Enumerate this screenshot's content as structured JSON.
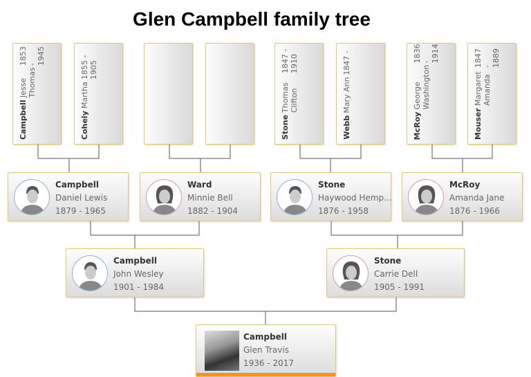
{
  "title": "Glen Campbell family tree",
  "generation1": [
    {
      "surname": "Campbell",
      "given": "Jesse Thomas",
      "dates": "1853 - 1945"
    },
    {
      "surname": "Cohely",
      "given": "Martha",
      "dates": "1855 - 1905"
    },
    {
      "surname": "",
      "given": "",
      "dates": ""
    },
    {
      "surname": "",
      "given": "",
      "dates": ""
    },
    {
      "surname": "Stone",
      "given": "Thomas Clifton",
      "dates": "1847 - 1910"
    },
    {
      "surname": "Webb",
      "given": "Mary Ann",
      "dates": "1847 -"
    },
    {
      "surname": "McRoy",
      "given": "George Washington",
      "dates": "1836 - 1914"
    },
    {
      "surname": "Mouser",
      "given": "Margaret Amanda",
      "dates": "1847 - 1889"
    }
  ],
  "generation2": [
    {
      "surname": "Campbell",
      "given": "Daniel Lewis",
      "dates": "1879 - 1965",
      "avatar": "male-avatar-icon"
    },
    {
      "surname": "Ward",
      "given": "Minnie Bell",
      "dates": "1882 - 1904",
      "avatar": "female-avatar-icon"
    },
    {
      "surname": "Stone",
      "given": "Haywood Hemp...",
      "dates": "1876 - 1958",
      "avatar": "male-avatar-icon"
    },
    {
      "surname": "McRoy",
      "given": "Amanda Jane",
      "dates": "1876 - 1966",
      "avatar": "female-avatar-icon"
    }
  ],
  "generation3": [
    {
      "surname": "Campbell",
      "given": "John Wesley",
      "dates": "1901 - 1984",
      "avatar": "male-avatar-icon"
    },
    {
      "surname": "Stone",
      "given": "Carrie Dell",
      "dates": "1905 - 1991",
      "avatar": "female-avatar-icon"
    }
  ],
  "root": {
    "surname": "Campbell",
    "given": "Glen Travis",
    "dates": "1936 - 2017"
  },
  "colors": {
    "border": "#e2c77a",
    "connector": "#555555",
    "highlight": "#f6921e",
    "male": "#8fb3c9",
    "female": "#d29ab8"
  }
}
